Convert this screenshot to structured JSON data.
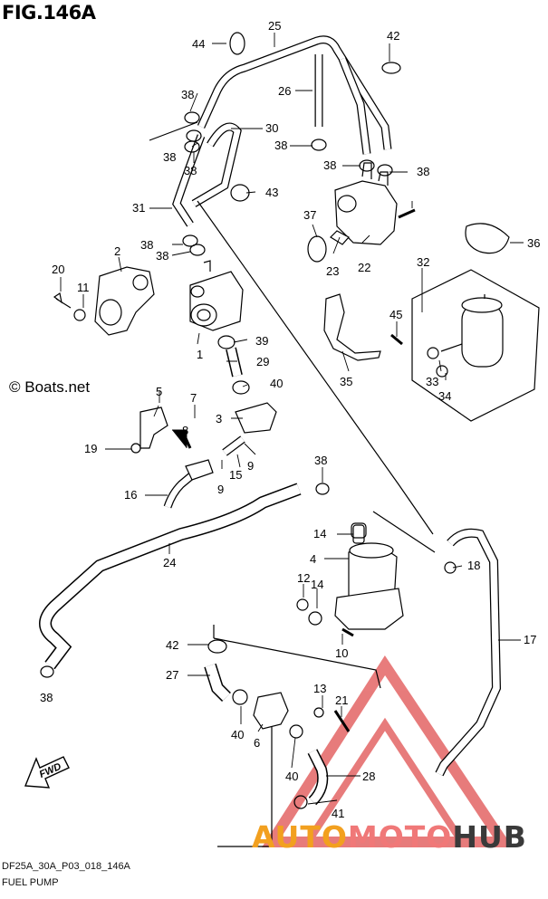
{
  "figure_title": "FIG.146A",
  "footer_code": "DF25A_30A_P03_018_146A",
  "footer_name": "FUEL PUMP",
  "watermark_text": "© Boats.net",
  "fwd_label": "FWD",
  "logo": {
    "part1": "AUTO",
    "part2": "MOTO",
    "part3": "HUB"
  },
  "callouts": [
    "1",
    "2",
    "3",
    "4",
    "5",
    "6",
    "7",
    "8",
    "9",
    "9",
    "10",
    "11",
    "12",
    "13",
    "14",
    "14",
    "15",
    "16",
    "17",
    "18",
    "19",
    "20",
    "21",
    "22",
    "23",
    "24",
    "25",
    "26",
    "27",
    "28",
    "29",
    "30",
    "31",
    "32",
    "33",
    "34",
    "35",
    "36",
    "37",
    "38",
    "38",
    "38",
    "38",
    "38",
    "38",
    "38",
    "38",
    "38",
    "38",
    "38",
    "39",
    "39",
    "40",
    "40",
    "40",
    "41",
    "42",
    "42",
    "43",
    "44",
    "45"
  ],
  "colors": {
    "line": "#000000",
    "logo_orange": "#f2a01f",
    "logo_pink": "#f07878",
    "logo_dark": "#3a3a3a",
    "triangle": "#e05050"
  }
}
